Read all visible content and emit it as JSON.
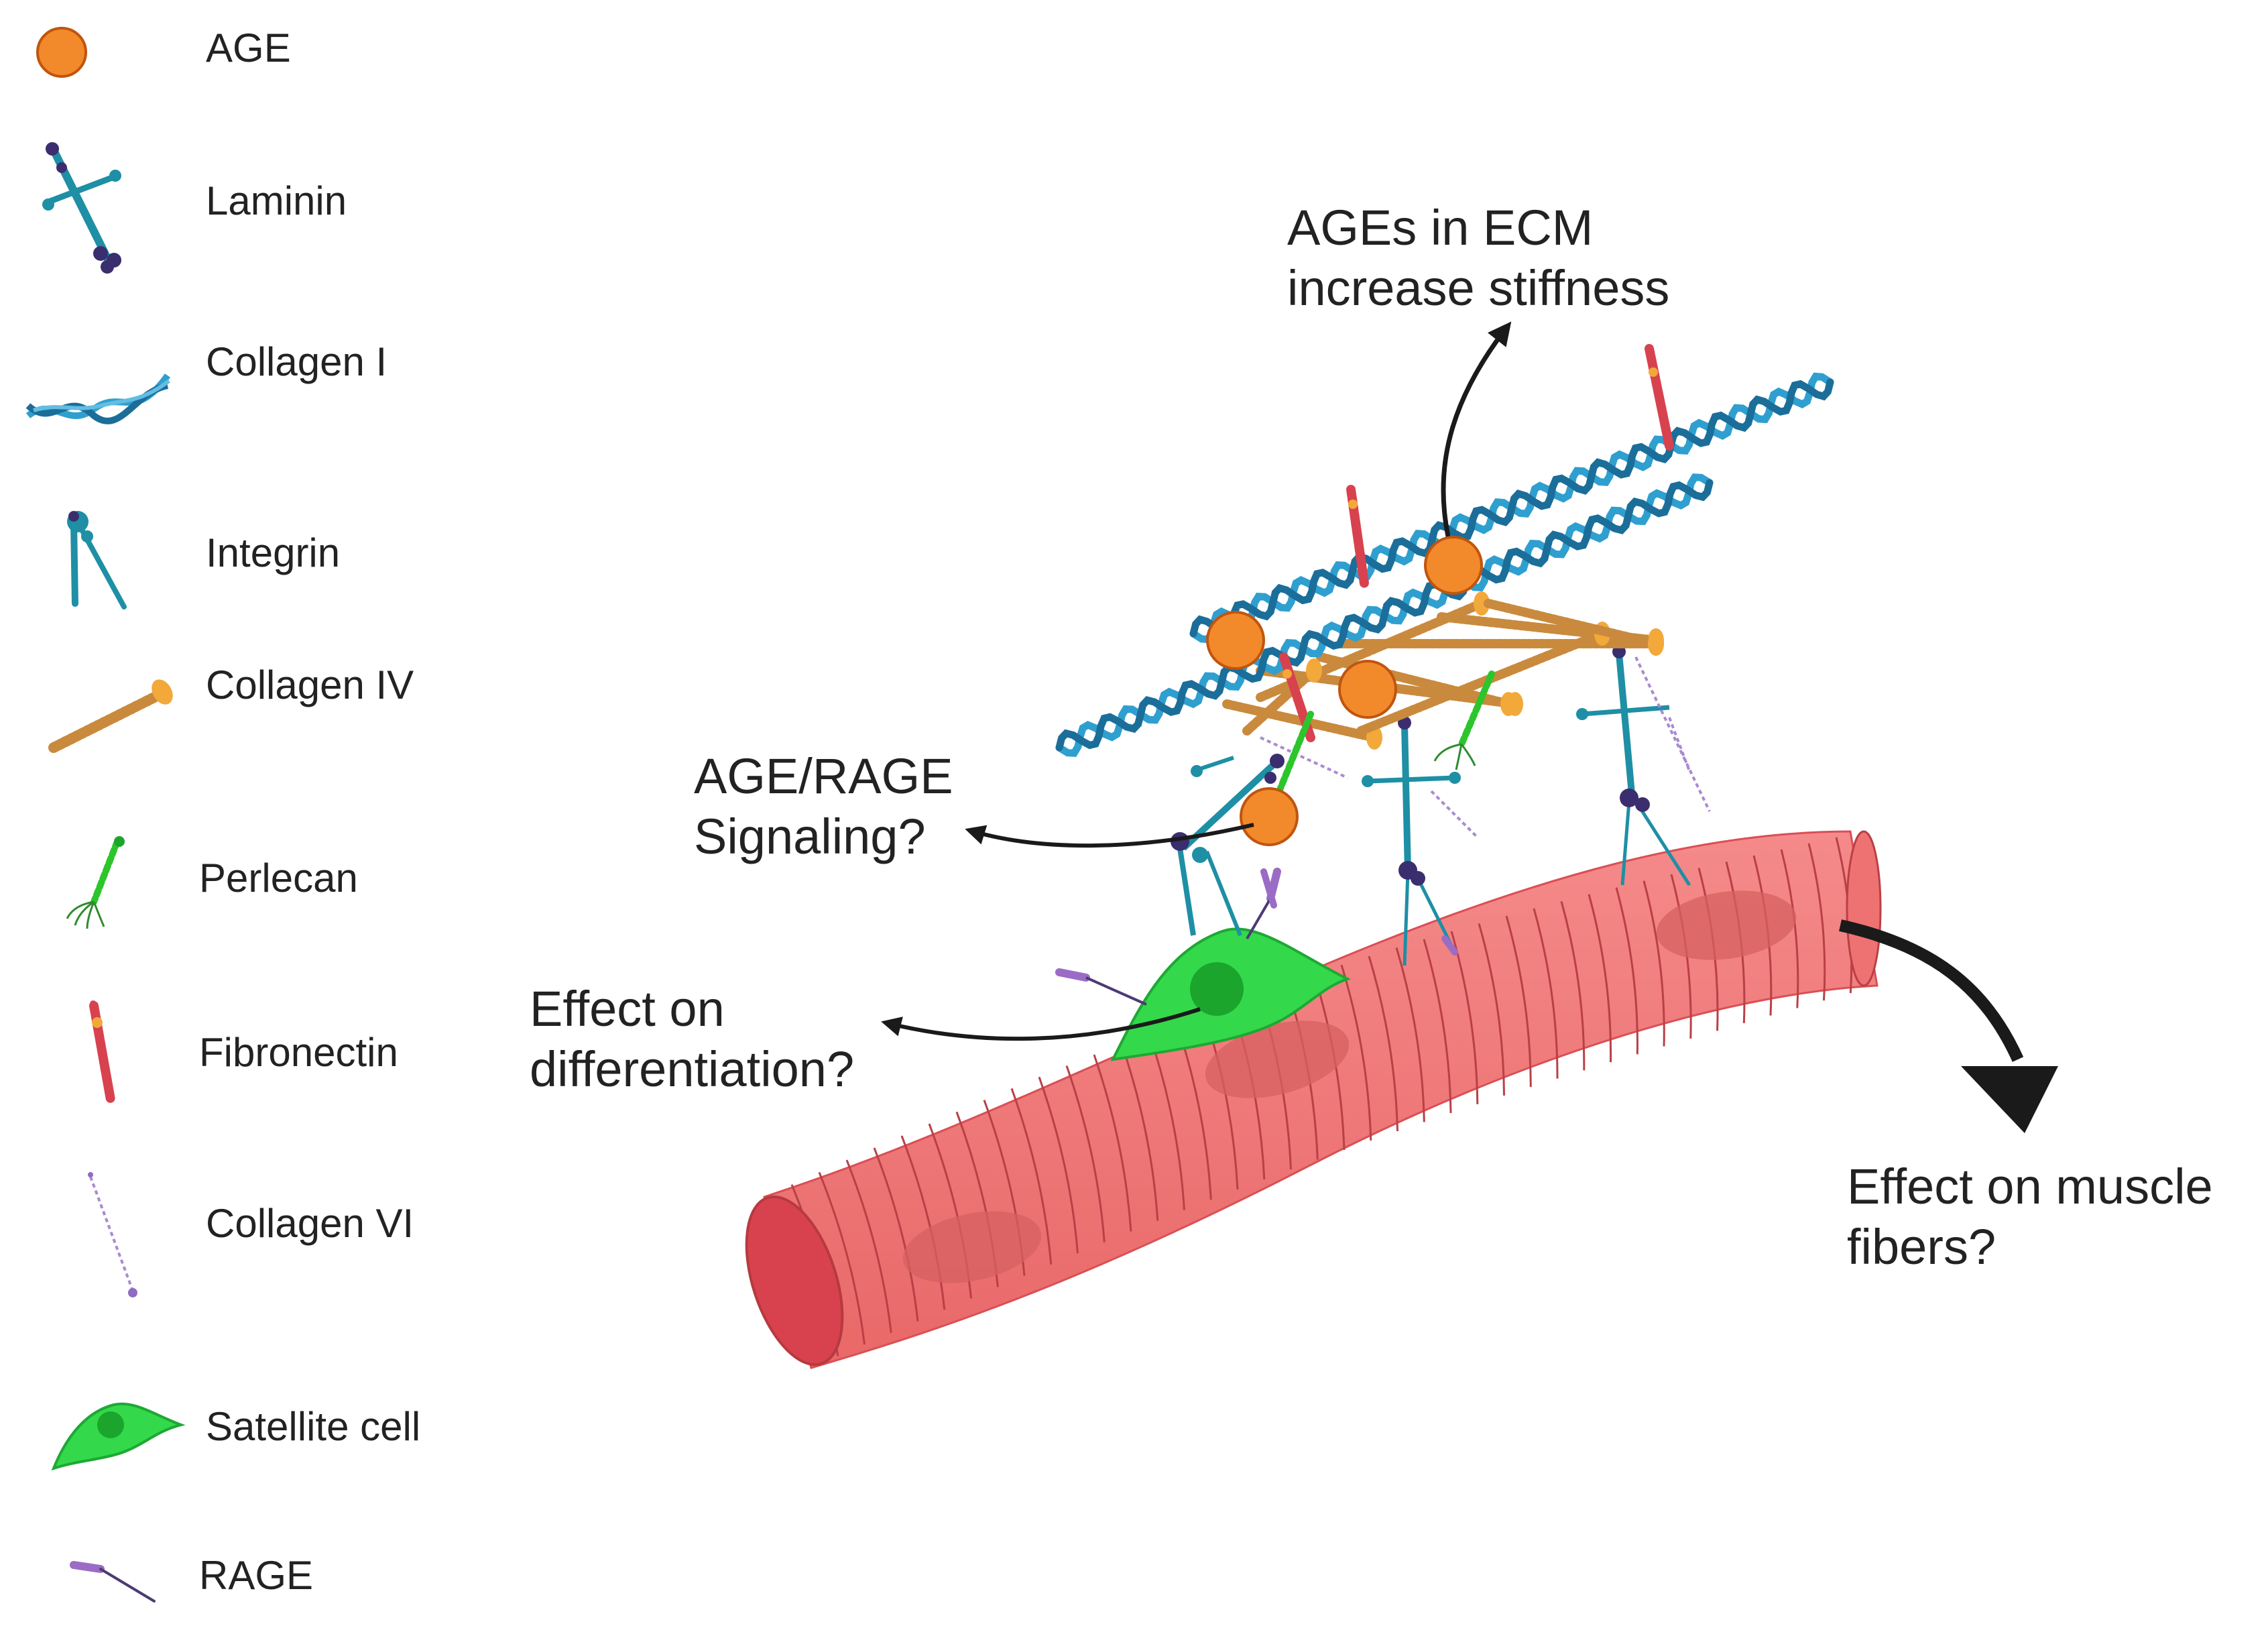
{
  "legend": {
    "items": [
      {
        "key": "age",
        "label": "AGE",
        "icon": "age-circle-icon"
      },
      {
        "key": "laminin",
        "label": "Laminin",
        "icon": "laminin-icon"
      },
      {
        "key": "collagen1",
        "label": "Collagen I",
        "icon": "collagen-i-helix-icon"
      },
      {
        "key": "integrin",
        "label": "Integrin",
        "icon": "integrin-icon"
      },
      {
        "key": "collagen4",
        "label": "Collagen IV",
        "icon": "collagen-iv-icon"
      },
      {
        "key": "perlecan",
        "label": "Perlecan",
        "icon": "perlecan-icon"
      },
      {
        "key": "fibronectin",
        "label": "Fibronectin",
        "icon": "fibronectin-icon"
      },
      {
        "key": "collagen6",
        "label": "Collagen VI",
        "icon": "collagen-vi-icon"
      },
      {
        "key": "satellite",
        "label": "Satellite cell",
        "icon": "satellite-cell-icon"
      },
      {
        "key": "rage",
        "label": "RAGE",
        "icon": "rage-icon"
      }
    ]
  },
  "annotations": {
    "stiffness": {
      "line1": "AGEs in ECM",
      "line2": "increase stiffness"
    },
    "signaling": {
      "line1": "AGE/RAGE",
      "line2": "Signaling?"
    },
    "differentiation": {
      "line1": "Effect on",
      "line2": "differentiation?"
    },
    "muscle": {
      "line1": "Effect on muscle",
      "line2": "fibers?"
    }
  },
  "colors": {
    "age": "#F2892B",
    "age_stroke": "#C0550E",
    "collagen1": "#2F9FD0",
    "collagen1_dark": "#1B6E99",
    "collagen4": "#C98A3E",
    "collagen4_end": "#F3A83A",
    "laminin": "#1E8FA5",
    "laminin_knob": "#3B2E6E",
    "fibronectin": "#D8424E",
    "perlecan": "#2CC52C",
    "collagen6": "#A98BD0",
    "satellite": "#33D94A",
    "satellite_nucleus": "#1BA52C",
    "rage": "#9B6CC5",
    "muscle": "#EF7474",
    "muscle_dark": "#D94F55",
    "muscle_nucleus": "#D76060",
    "arrow": "#1A1A1A"
  }
}
